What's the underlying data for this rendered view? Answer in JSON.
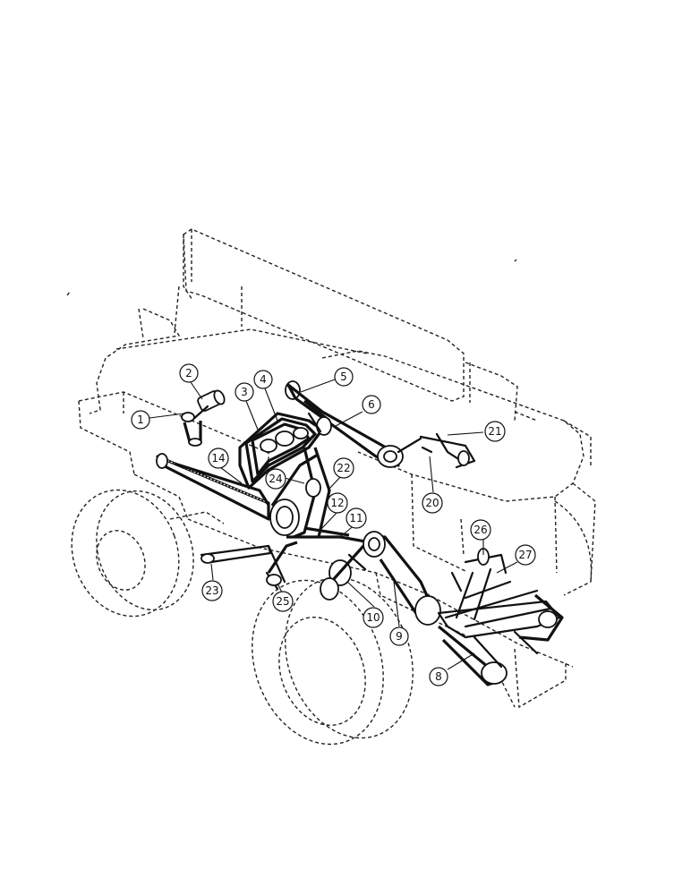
{
  "callouts": [
    {
      "id": "c1",
      "label": "1"
    },
    {
      "id": "c2",
      "label": "2"
    },
    {
      "id": "c3",
      "label": "3"
    },
    {
      "id": "c4",
      "label": "4"
    },
    {
      "id": "c5",
      "label": "5"
    },
    {
      "id": "c6",
      "label": "6"
    },
    {
      "id": "c8",
      "label": "8"
    },
    {
      "id": "c9",
      "label": "9"
    },
    {
      "id": "c10",
      "label": "10"
    },
    {
      "id": "c11",
      "label": "11"
    },
    {
      "id": "c12",
      "label": "12"
    },
    {
      "id": "c14",
      "label": "14"
    },
    {
      "id": "c20",
      "label": "20"
    },
    {
      "id": "c21",
      "label": "21"
    },
    {
      "id": "c22",
      "label": "22"
    },
    {
      "id": "c23",
      "label": "23"
    },
    {
      "id": "c24",
      "label": "24"
    },
    {
      "id": "c25",
      "label": "25"
    },
    {
      "id": "c26",
      "label": "26"
    },
    {
      "id": "c27",
      "label": "27"
    }
  ]
}
